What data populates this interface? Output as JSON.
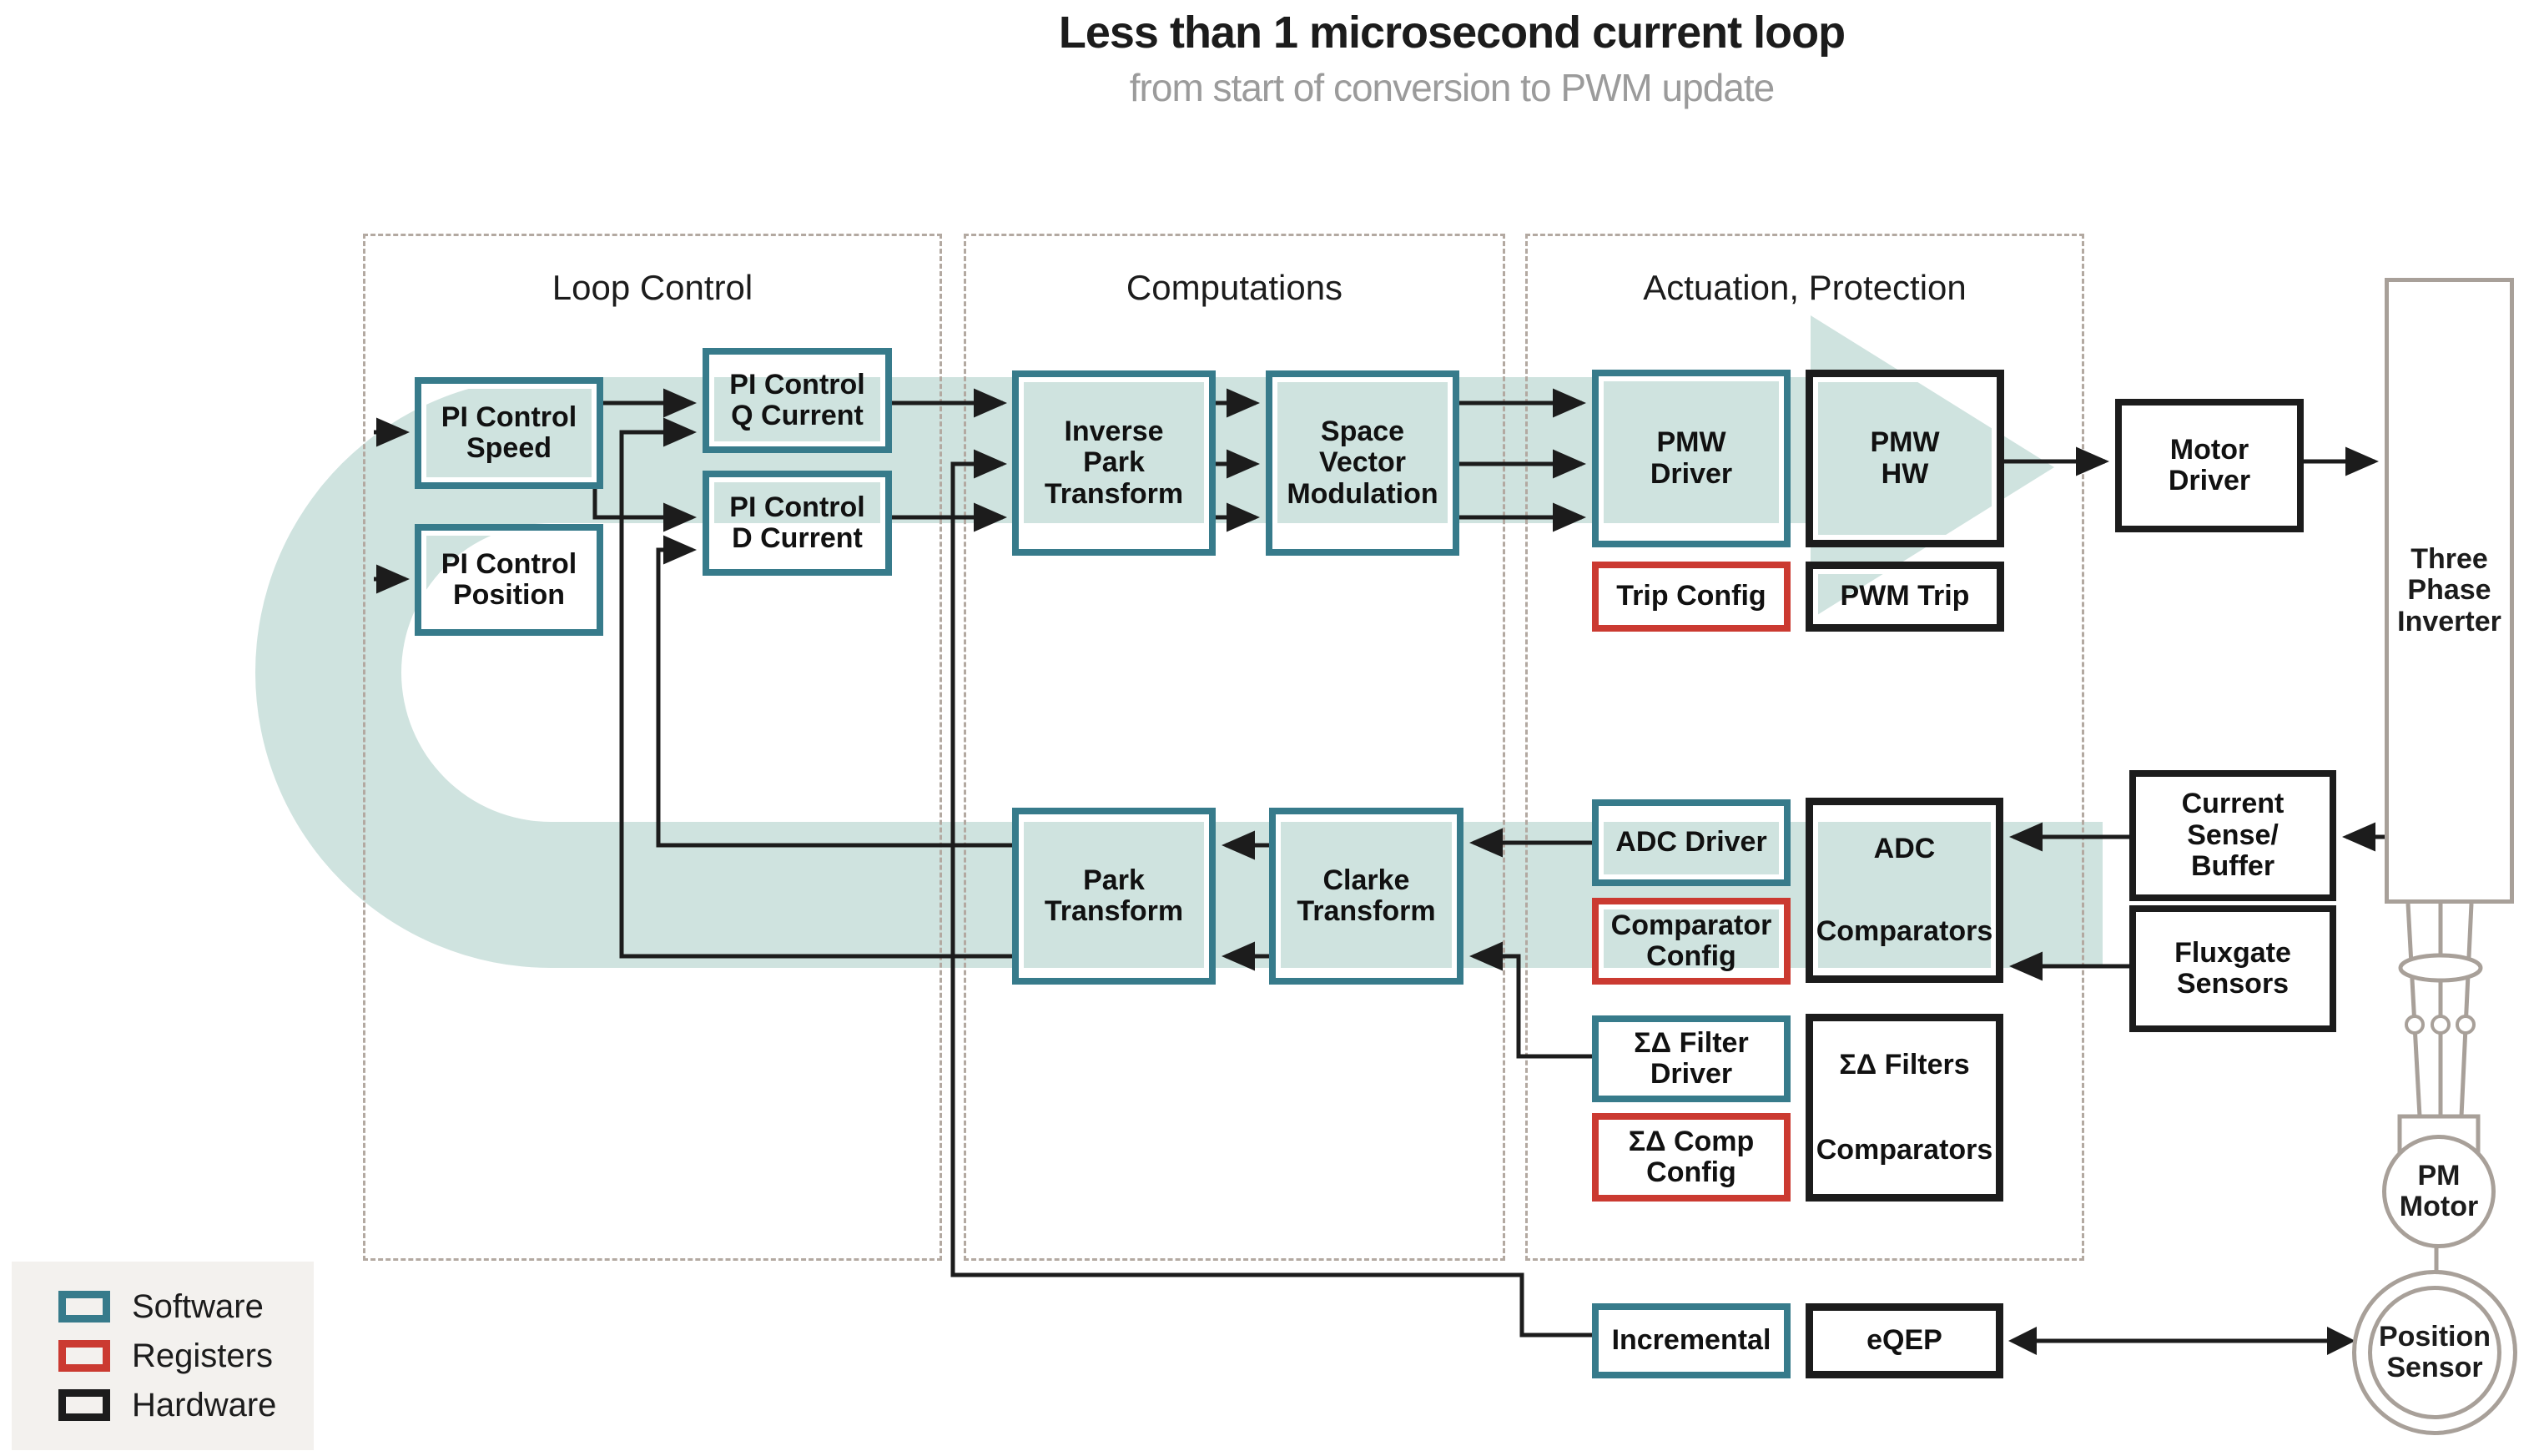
{
  "title": {
    "main": "Less than 1 microsecond current loop",
    "subtitle": "from start of conversion to PWM update"
  },
  "sections": {
    "loop_control": "Loop Control",
    "computations": "Computations",
    "actuation": "Actuation, Protection"
  },
  "nodes": {
    "pi_speed": "PI Control\nSpeed",
    "pi_position": "PI Control\nPosition",
    "pi_q": "PI Control\nQ Current",
    "pi_d": "PI Control\nD Current",
    "inverse_park": "Inverse\nPark\nTransform",
    "svm": "Space\nVector\nModulation",
    "pmw_driver": "PMW\nDriver",
    "pmw_hw": "PMW\nHW",
    "trip_config": "Trip Config",
    "pwm_trip": "PWM Trip",
    "park": "Park\nTransform",
    "clarke": "Clarke\nTransform",
    "adc_driver": "ADC Driver",
    "comp_config": "Comparator\nConfig",
    "adc_hw_top": "ADC",
    "adc_hw_bottom": "Comparators",
    "sd_driver": "ΣΔ Filter\nDriver",
    "sd_config": "ΣΔ Comp\nConfig",
    "sd_hw_top": "ΣΔ Filters",
    "sd_hw_bottom": "Comparators",
    "incremental": "Incremental",
    "eqep": "eQEP",
    "motor_driver": "Motor\nDriver",
    "inverter": "Three\nPhase\nInverter",
    "current_sense": "Current Sense/\nBuffer",
    "fluxgate": "Fluxgate\nSensors",
    "pm_motor": "PM\nMotor",
    "position_sensor": "Position\nSensor"
  },
  "legend": {
    "software": "Software",
    "registers": "Registers",
    "hardware": "Hardware"
  },
  "colors": {
    "software": "#377b8b",
    "registers": "#cb3a31",
    "hardware": "#1c1c1c",
    "band": "#cfe3df",
    "line": "#1c1c1c",
    "dashed": "#b3a9a1",
    "hwgray": "#a8a099"
  }
}
